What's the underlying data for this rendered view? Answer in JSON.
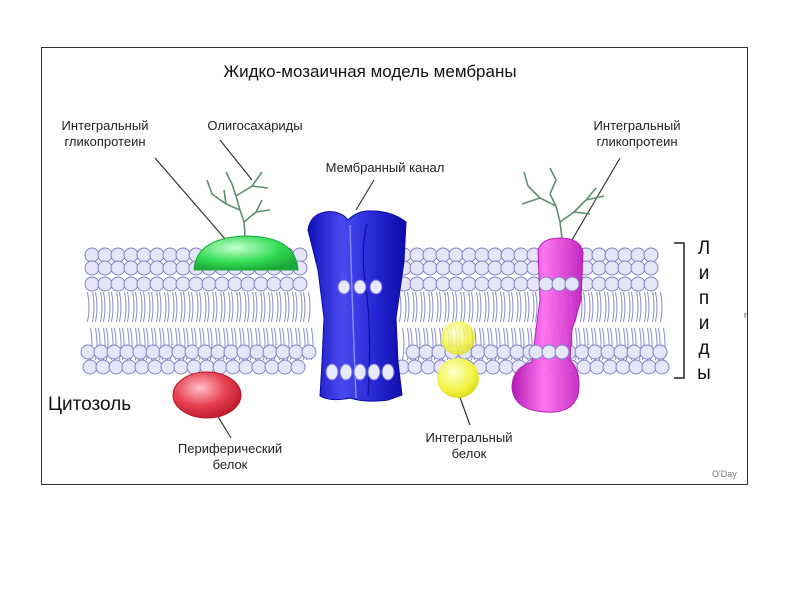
{
  "title": "Жидко-мозаичная модель мембраны",
  "labels": {
    "glyco_left": [
      "Интегральный",
      "гликопротеин"
    ],
    "oligo": "Олигосахариды",
    "channel": "Мембранный канал",
    "glyco_right": [
      "Интегральный",
      "гликопротеин"
    ],
    "cytosol": "Цитозоль",
    "peripheral": [
      "Периферический",
      "белок"
    ],
    "integral": [
      "Интегральный",
      "белок"
    ],
    "lipids": [
      "Л",
      "и",
      "п",
      "и",
      "д",
      "ы"
    ],
    "signature": "O'Day",
    "edge_mark": "r"
  },
  "colors": {
    "lipid_head": "#e6e6f8",
    "lipid_outline": "#8080c8",
    "lipid_tail": "#8a8ad0",
    "green_protein": "#33dd55",
    "blue_channel": "#2a2ad8",
    "red_protein": "#e84050",
    "yellow_protein": "#f2f23a",
    "magenta_protein": "#e030d8",
    "oligo_branch": "#5f8f6f"
  }
}
